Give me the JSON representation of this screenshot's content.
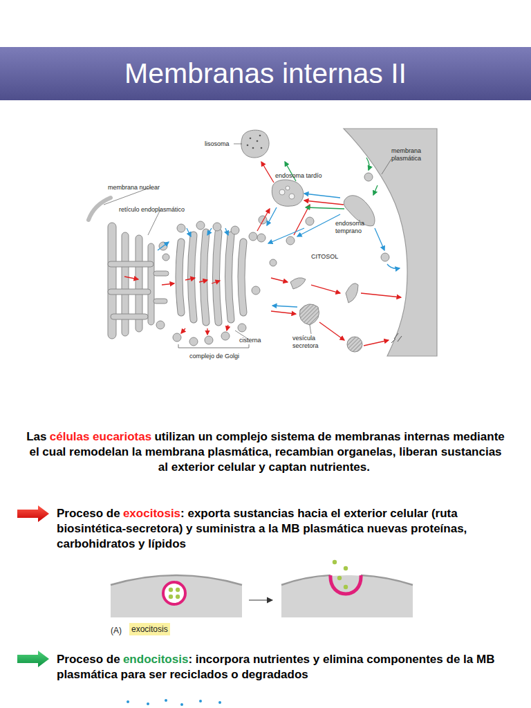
{
  "diagram": {
    "title": "Membranas internas II",
    "nodes": [
      {
        "text": [
          "exocitosis"
        ]
      }
    ],
    "labels": [
      "lisosoma",
      "endosoma tardío",
      "membrana plasmática",
      "membrana nuclear",
      "retículo endoplasmático",
      "endosoma temprano",
      "CITOSOL",
      "cisterna",
      "vesícula secretora",
      "complejo de Golgi",
      "Las",
      "células eucariotas",
      "utilizan un complejo sistema de membranas internas mediante el cual remodelan la membrana plasmática, recambian organelas, liberan sustancias al exterior celular y captan nutrientes.",
      "Proceso de",
      "exocitosis",
      ": exporta sustancias hacia el exterior celular (ruta biosintética-secretora) y suministra a la MB plasmática nuevas proteínas, carbohidratos y lípidos",
      "(A)",
      "Proceso de",
      "endocitosis",
      ": incorpora nutrientes y elimina componentes de la MB plasmática para ser reciclados o degradados"
    ]
  }
}
